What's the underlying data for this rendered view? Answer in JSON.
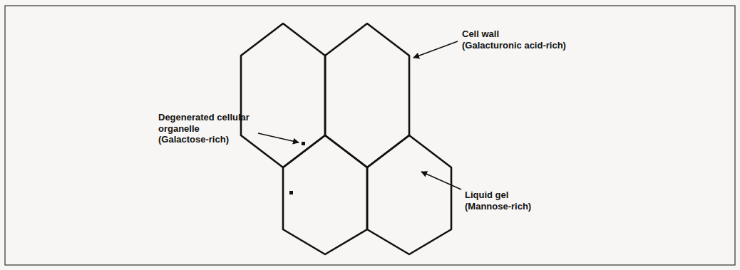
{
  "diagram": {
    "labels": [
      "Cell wall (Galacturonic acid-rich)",
      "Degenerated cellular organelle (Galactose-rich)",
      "Liquid gel (Mannose-rich)"
    ]
  }
}
